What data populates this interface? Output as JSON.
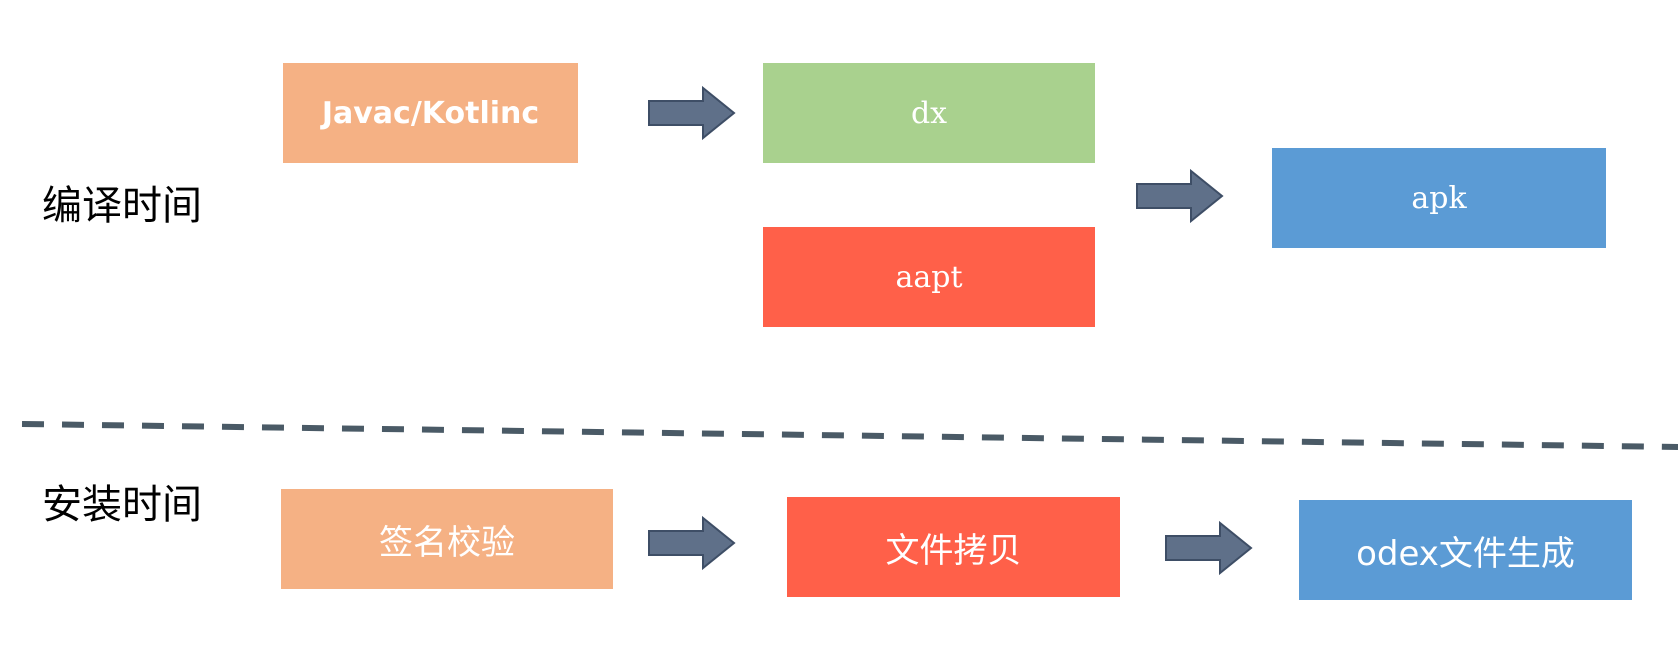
{
  "sections": {
    "compile_label": "编译时间",
    "install_label": "安装时间"
  },
  "compile": {
    "javac": "Javac/Kotlinc",
    "dx": "dx",
    "aapt": "aapt",
    "apk": "apk"
  },
  "install": {
    "signature": "签名校验",
    "file_copy": "文件拷贝",
    "odex": "odex文件生成"
  },
  "colors": {
    "orange": "#F5B184",
    "green": "#A9D18E",
    "red": "#FF6049",
    "blue": "#5B9BD5",
    "arrow_fill": "#5F7089",
    "arrow_stroke": "#3E4E66",
    "divider": "#4A5A66"
  }
}
